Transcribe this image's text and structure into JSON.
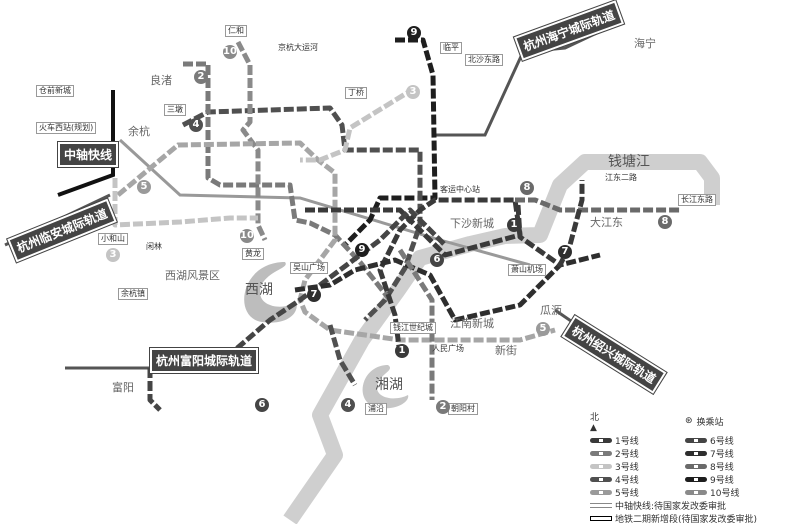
{
  "map": {
    "places": {
      "renhe": "仁和",
      "canal": "京杭大运河",
      "liangzhu": "良渚",
      "cangqian": "仓前新城",
      "sandun": "三墩",
      "huochexizhan": "火车西站(规划)",
      "yuhang": "余杭",
      "dingqiao": "丁桥",
      "linping": "临平",
      "beishadonglu": "北沙东路",
      "haining": "海宁",
      "qiantangjiang": "钱塘江",
      "keyunzhongxin": "客运中心站",
      "xiashaxincheng": "下沙新城",
      "dajiangdong": "大江东",
      "jiangdongerlu": "江东二路",
      "jiangdonglu": "长江东路",
      "xiaoshanjichang": "萧山机场",
      "guali": "瓜沥",
      "jiangnanxincheng": "江南新城",
      "xinjie": "新街",
      "xianghu": "湘湖",
      "puyan": "浦沿",
      "chaoyangcun": "朝阳村",
      "xihu": "西湖",
      "xihufengjingqu": "西湖风景区",
      "wushanguangchang": "吴山广场",
      "fuyang": "富阳",
      "xiaoheshan": "小和山",
      "laoyuhang": "余杭镇",
      "xianlin": "闲林",
      "huanglong": "黄龙",
      "qianjiangshiji": "钱江世纪城",
      "renminguangchang": "人民广场"
    },
    "rail_links": {
      "haining": "杭州海宁城际轨道",
      "zhongzhou": "中轴快线",
      "linan": "杭州临安城际轨道",
      "fuyang": "杭州富阳城际轨道",
      "shaoxing": "杭州绍兴城际轨道"
    },
    "line_numbers": [
      "1",
      "2",
      "3",
      "4",
      "5",
      "6",
      "7",
      "8",
      "9",
      "10"
    ]
  },
  "legend": {
    "north": "北",
    "transfer": "换乘站",
    "lines": [
      {
        "label": "1号线",
        "color": "#3a3a3a"
      },
      {
        "label": "2号线",
        "color": "#7a7a7a"
      },
      {
        "label": "3号线",
        "color": "#c4c4c4"
      },
      {
        "label": "4号线",
        "color": "#505050"
      },
      {
        "label": "5号线",
        "color": "#9a9a9a"
      },
      {
        "label": "6号线",
        "color": "#454545"
      },
      {
        "label": "7号线",
        "color": "#2e2e2e"
      },
      {
        "label": "8号线",
        "color": "#6a6a6a"
      },
      {
        "label": "9号线",
        "color": "#1e1e1e"
      },
      {
        "label": "10号线",
        "color": "#8a8a8a"
      }
    ],
    "zhongzhou": "中轴快线:待国家发改委审批",
    "phase2": "地铁二期新增段(待国家发改委审批)"
  }
}
